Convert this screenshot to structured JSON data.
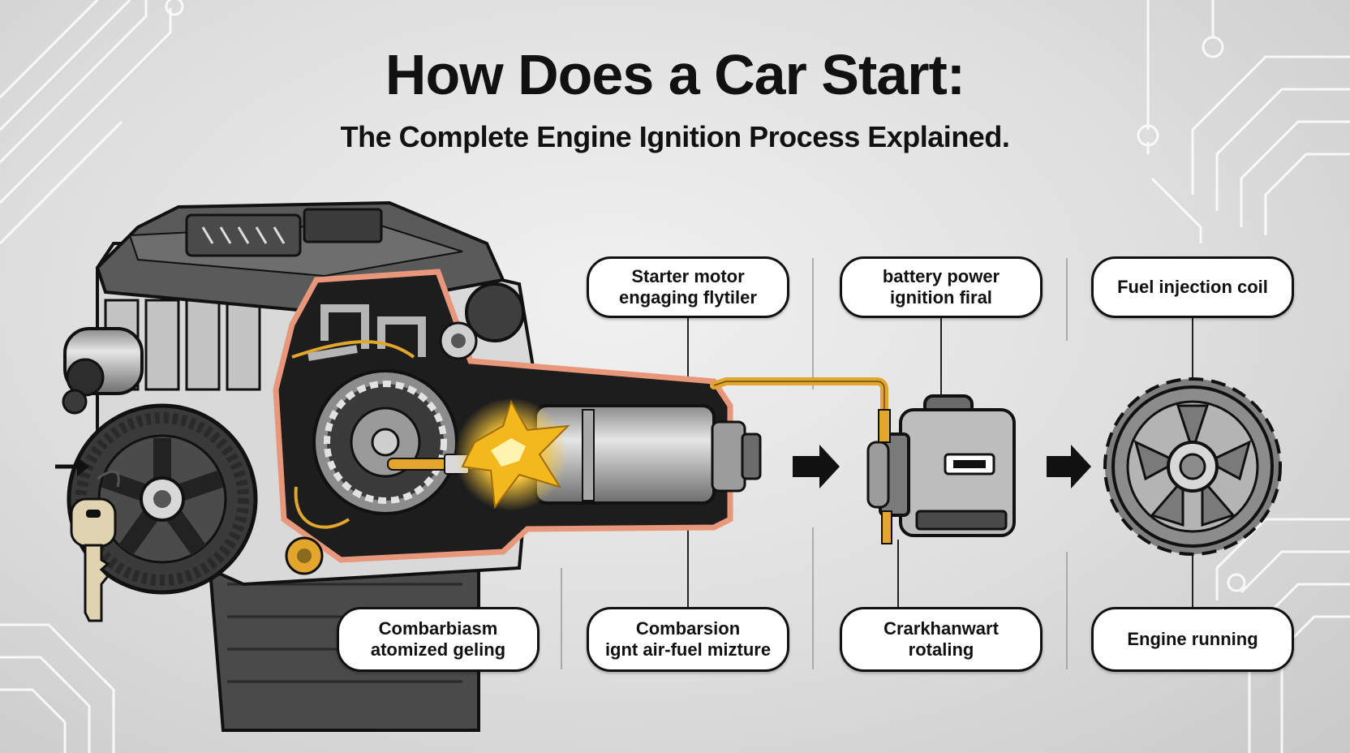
{
  "title": "How Does a Car Start:",
  "subtitle": "The Complete Engine Ignition Process Explained.",
  "top_labels": [
    {
      "line1": "Starter motor",
      "line2": "engaging flytiler"
    },
    {
      "line1": "battery power",
      "line2": "ignition firal"
    },
    {
      "line1": "Fuel injection coil",
      "line2": ""
    }
  ],
  "bottom_labels": [
    {
      "line1": "Combarbiasm",
      "line2": "atomized geling"
    },
    {
      "line1": "Combarsion",
      "line2": "ignt air-fuel mizture"
    },
    {
      "line1": "Crarkhanwart",
      "line2": "rotaling"
    },
    {
      "line1": "Engine running",
      "line2": ""
    }
  ],
  "colors": {
    "wire": "#e2a62c",
    "outline": "#e8977a",
    "spark": "#f4b81f",
    "metal_dark": "#3e3e3e",
    "metal_light": "#b9b9b9",
    "text": "#111111"
  },
  "icons": [
    "car-key-icon",
    "right-arrow-icon",
    "spark-icon",
    "gear-icon",
    "solenoid-icon"
  ]
}
